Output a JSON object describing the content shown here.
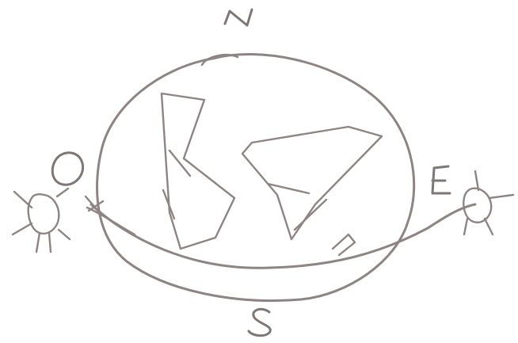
{
  "labels": {
    "north": "N",
    "south": "S",
    "east": "E",
    "west": "O"
  },
  "stroke_color": "#8f8484"
}
